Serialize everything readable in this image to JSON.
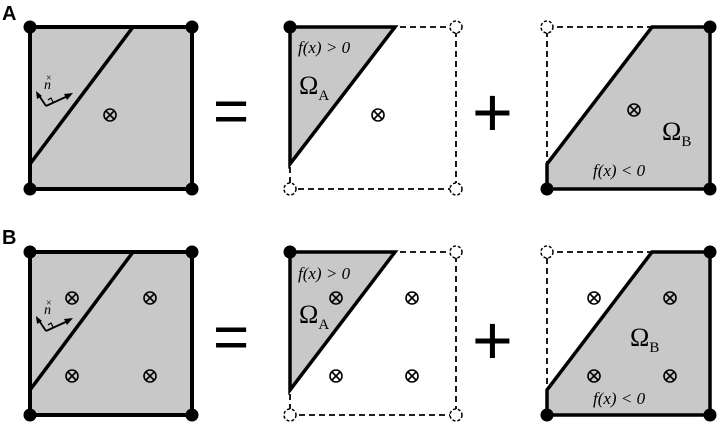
{
  "panels": [
    {
      "label": "A",
      "n_hat": "n",
      "region_a": {
        "condition": "f(x) > 0",
        "omega": "Ω",
        "subscript": "A"
      },
      "region_b": {
        "condition": "f(x) < 0",
        "omega": "Ω",
        "subscript": "B"
      },
      "points": 1
    },
    {
      "label": "B",
      "n_hat": "n",
      "region_a": {
        "condition": "f(x) > 0",
        "omega": "Ω",
        "subscript": "A"
      },
      "region_b": {
        "condition": "f(x) < 0",
        "omega": "Ω",
        "subscript": "B"
      },
      "points": 4
    }
  ],
  "operators": {
    "equals": "=",
    "plus": "+"
  },
  "colors": {
    "fill": "#c8c8c8",
    "stroke": "#000000",
    "background": "#ffffff"
  }
}
